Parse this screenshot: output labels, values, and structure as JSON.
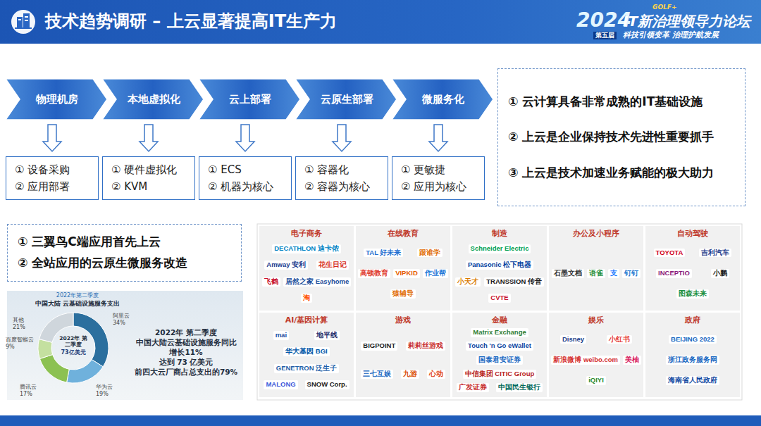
{
  "diagram": {
    "title": "技术趋势调研 – 上云显著提高IT生产力",
    "nodes": [
      {
        "text": [
          "物理机房"
        ]
      },
      {
        "text": [
          "本地虚拟化"
        ]
      },
      {
        "text": [
          "云上部署"
        ]
      },
      {
        "text": [
          "云原生部署"
        ]
      },
      {
        "text": [
          "微服务化"
        ]
      },
      {
        "text": [
          "① 设备采购",
          "② 应用部署"
        ]
      },
      {
        "text": [
          "① 硬件虚拟化",
          "② KVM"
        ]
      },
      {
        "text": [
          "① ECS",
          "② 机器为核心"
        ]
      },
      {
        "text": [
          "① 容器化",
          "② 容器为核心"
        ]
      },
      {
        "text": [
          "① 更敏捷",
          "② 应用为核心"
        ]
      },
      {
        "text": [
          "① 云计算具备非常成熟的IT基础设施",
          "② 上云是企业保持技术先进性重要抓手",
          "③ 上云是技术加速业务赋能的极大助力"
        ]
      },
      {
        "text": [
          "① 三翼鸟C端应用首先上云",
          "② 全站应用的云原生微服务改造"
        ]
      },
      {
        "text": [
          "电子商务",
          "DECATHLON 迪卡侬",
          "Amway 安利",
          "花生日记",
          "飞鹤",
          "居然之家 Easyhome",
          "淘"
        ]
      },
      {
        "text": [
          "在线教育",
          "TAL 好未来",
          "跟谁学",
          "高顿教育",
          "VIPKID",
          "作业帮",
          "猿辅导"
        ]
      },
      {
        "text": [
          "制造",
          "Schneider Electric",
          "Panasonic 松下电器",
          "小天才",
          "TRANSSION 传音",
          "CVTE"
        ]
      },
      {
        "text": [
          "办公及小程序",
          "石墨文档",
          "语雀",
          "支",
          "钉钉"
        ]
      },
      {
        "text": [
          "自动驾驶",
          "TOYOTA",
          "吉利汽车",
          "INCEPTIO",
          "小鹏",
          "图森未来"
        ]
      },
      {
        "text": [
          "AI/基因计算",
          "mai",
          "地平线",
          "华大基因 BGI",
          "GENETRON 泛生子",
          "MALONG",
          "SNOW Corp."
        ]
      },
      {
        "text": [
          "游戏",
          "BIGPOINT",
          "莉莉丝游戏",
          "三七互娱",
          "九游",
          "心动"
        ]
      },
      {
        "text": [
          "金融",
          "Matrix Exchange",
          "Touch 'n Go eWallet",
          "国泰君安证券",
          "中信集团 CITIC Group",
          "广发证券",
          "中国民生银行"
        ]
      },
      {
        "text": [
          "娱乐",
          "Disney",
          "小红书",
          "新浪微博 weibo.com",
          "美柚",
          "iQIYI"
        ]
      },
      {
        "text": [
          "政府",
          "BEIJING 2022",
          "浙江政务服务网",
          "海南省人民政府"
        ]
      }
    ],
    "edges": [
      {
        "from": 0,
        "to": 5,
        "arrow": "to"
      },
      {
        "from": 1,
        "to": 6,
        "arrow": "to"
      },
      {
        "from": 2,
        "to": 7,
        "arrow": "to"
      },
      {
        "from": 3,
        "to": 8,
        "arrow": "to"
      },
      {
        "from": 4,
        "to": 9,
        "arrow": "to"
      }
    ],
    "labels": [
      "GOLF+",
      "2024",
      "IT新治理领导力论坛",
      "第五届",
      "科技引领变革 治理护航发展",
      "2022年第二季度",
      "中国大陆 云基础设施服务支出",
      "阿里云 34%",
      "华为云 19%",
      "腾讯云 17%",
      "百度智能云 9%",
      "其他 21%",
      "2022年 第二季度",
      "73亿美元",
      "2022年 第二季度",
      "中国大陆云基础设施服务同比",
      "增长11%",
      "达到 73 亿美元",
      "前四大云厂商占总支出的79%"
    ]
  }
}
